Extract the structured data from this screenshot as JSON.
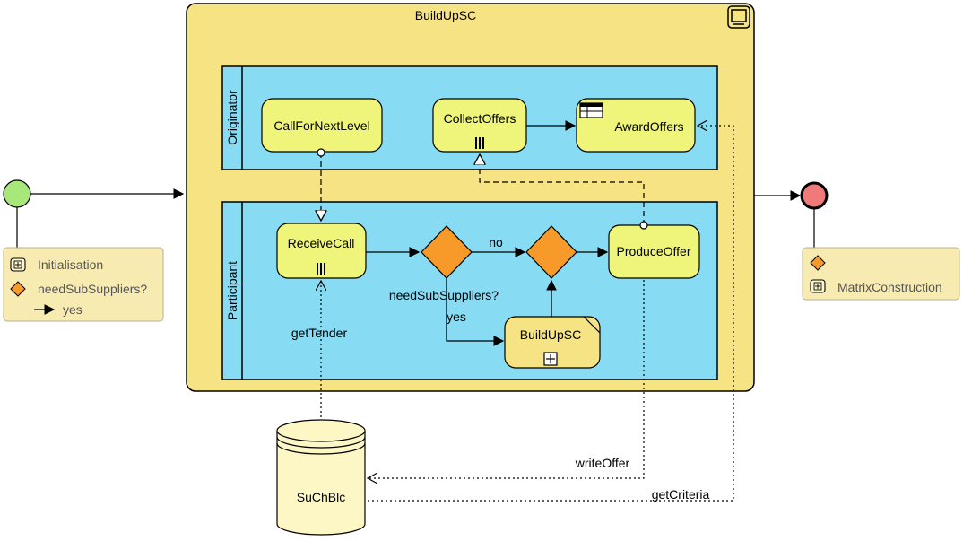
{
  "outer_process": {
    "title": "BuildUpSC"
  },
  "lanes": {
    "originator": "Originator",
    "participant": "Participant"
  },
  "tasks": {
    "call_for_next_level": "CallForNextLevel",
    "collect_offers": "CollectOffers",
    "award_offers": "AwardOffers",
    "receive_call": "ReceiveCall",
    "produce_offer": "ProduceOffer",
    "build_up_sc": "BuildUpSC"
  },
  "gateway": {
    "label": "needSubSuppliers?",
    "branch_no": "no",
    "branch_yes": "yes"
  },
  "data_store": {
    "label": "SuChBlc"
  },
  "associations": {
    "get_tender": "getTender",
    "write_offer": "writeOffer",
    "get_criteria": "getCriteria"
  },
  "start_legend": {
    "items": [
      "Initialisation",
      "needSubSuppliers?",
      "yes"
    ]
  },
  "end_legend": {
    "items": [
      "MatrixConstruction"
    ]
  },
  "colors": {
    "pool_fill": "#f5e384",
    "lane_fill": "#87dbf3",
    "task_fill": "#eef57a",
    "gateway_fill": "#f79a2a",
    "start_fill": "#a8e87a",
    "end_fill": "#f07a7a",
    "legend_fill": "#f7ebb2",
    "store_fill": "#fcf7c4"
  }
}
